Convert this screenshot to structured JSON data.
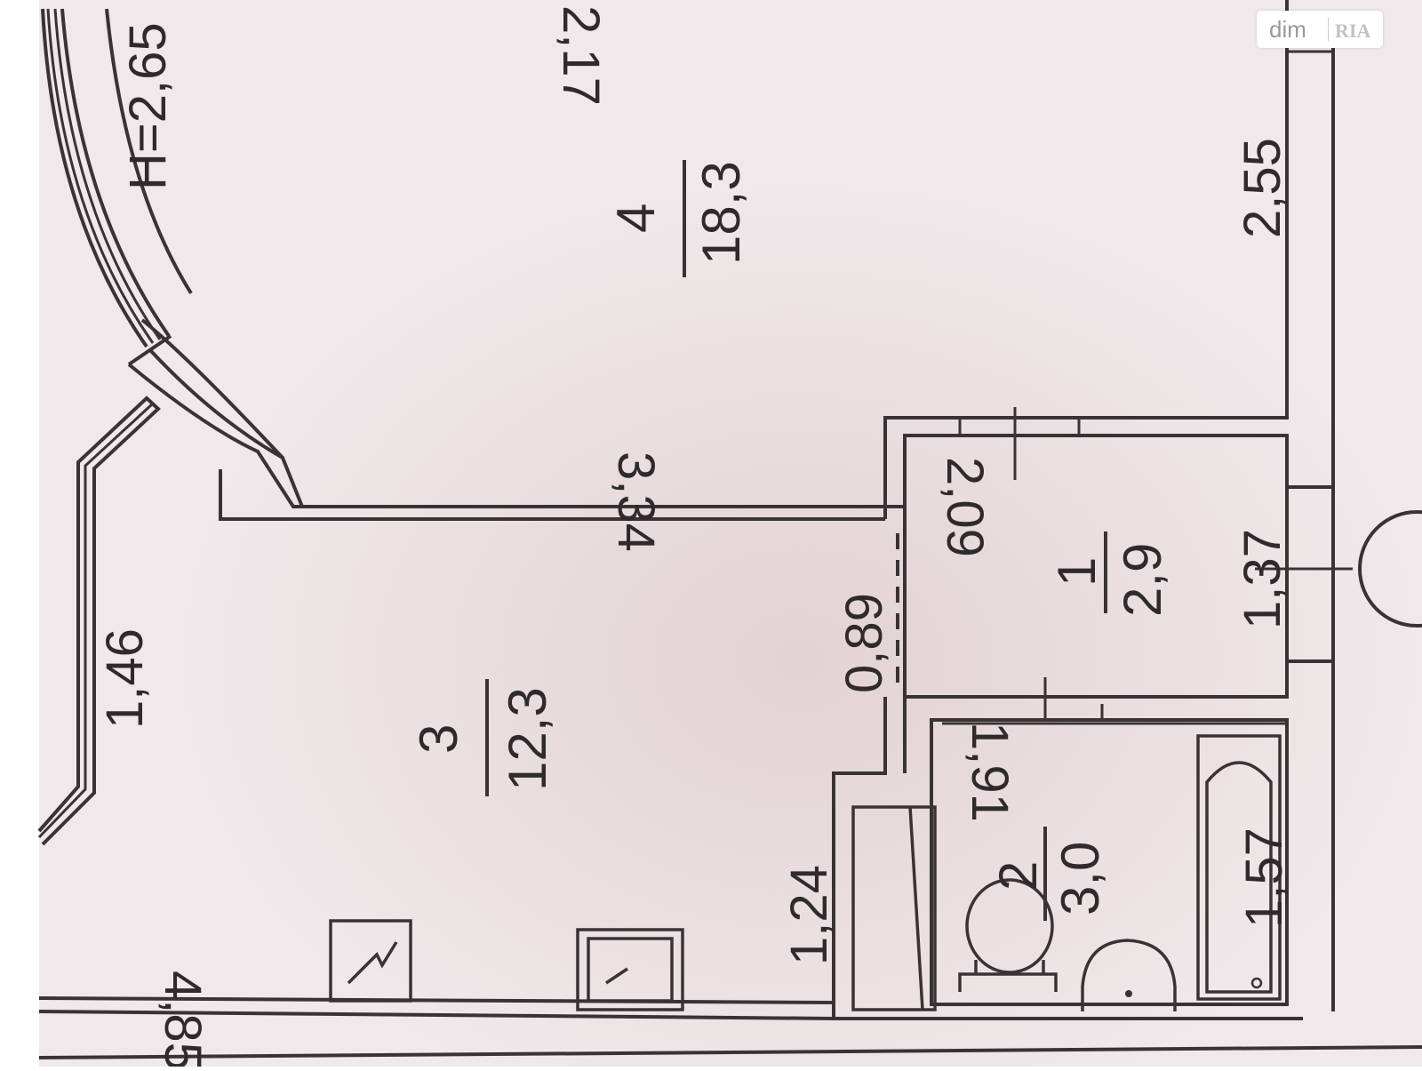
{
  "watermark": {
    "text": "dim",
    "logo": "RIA"
  },
  "ceiling_height": "H=2,65",
  "dimensions": {
    "d_1_46": "1,46",
    "d_4_85": "4,85",
    "d_3_34": "3,34",
    "d_2_55": "2,55",
    "d_0_89": "0,89",
    "d_1_24": "1,24",
    "d_2_09": "2,09",
    "d_1_37": "1,37",
    "d_1_91": "1,91",
    "d_1_57": "1,57",
    "d_top_partial": "2,17"
  },
  "rooms": [
    {
      "number": "1",
      "area": "2,9"
    },
    {
      "number": "2",
      "area": "3,0"
    },
    {
      "number": "3",
      "area": "12,3"
    },
    {
      "number": "4",
      "area": "18,3"
    }
  ],
  "colors": {
    "paper": "#f1eaec",
    "paper_tint": "#e6d7d8",
    "ink": "#3a3336"
  }
}
